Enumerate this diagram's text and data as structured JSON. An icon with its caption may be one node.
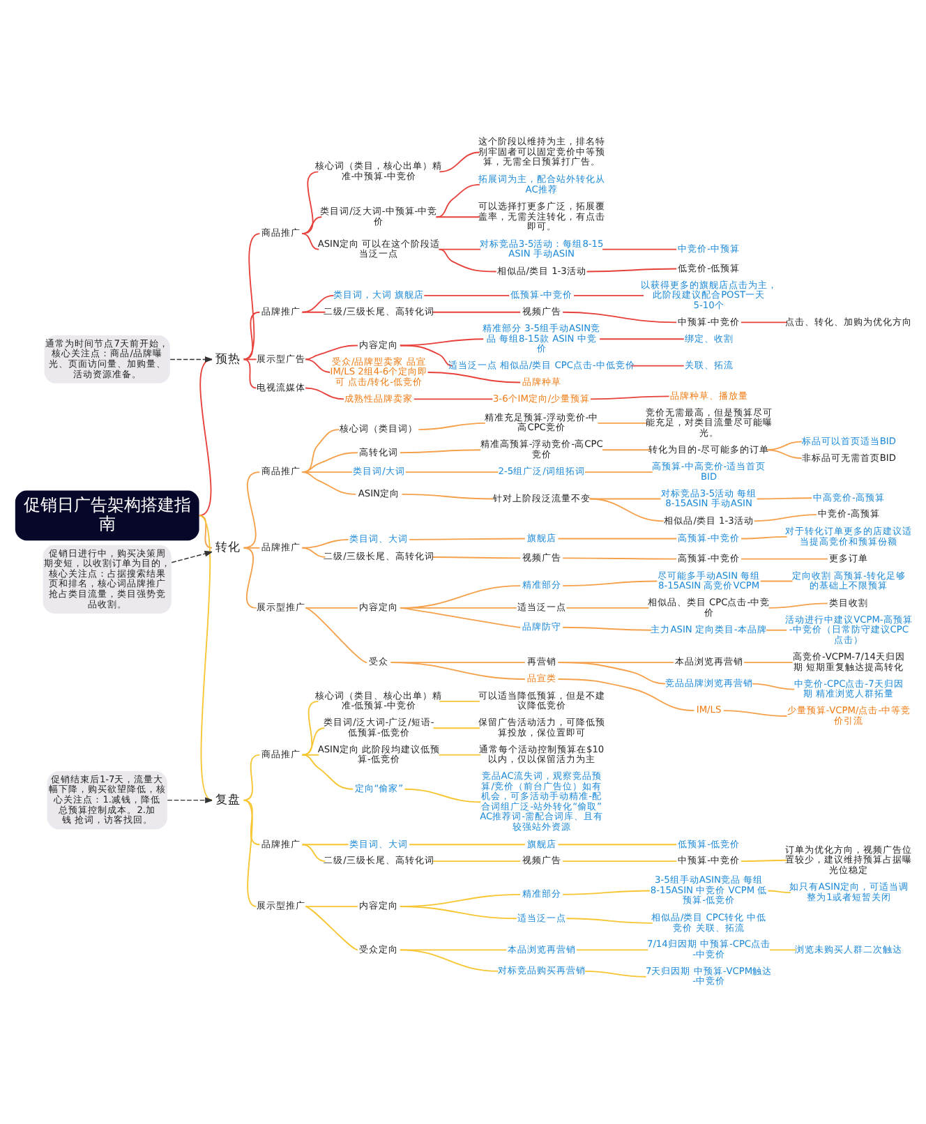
{
  "diagram": {
    "nodes": [
      {
        "text": [
          "促销日广告架构搭建指南"
        ]
      },
      {
        "text": [
          "通常为时间节点7天前开始，核心关注点：商品/品牌曝光、页面访问量、加购量、活动资源准备。"
        ]
      },
      {
        "text": [
          "预热"
        ]
      },
      {
        "text": [
          "商品推广"
        ]
      },
      {
        "text": [
          "核心词（类目，核心出单）精准-中预算-中竞价"
        ]
      },
      {
        "text": [
          "这个阶段以维持为主，排名特别牢固者可以固定竞价中等预算，无需全日预算打广告。"
        ]
      },
      {
        "text": [
          "类目词/泛大词-中预算-中竞价"
        ]
      },
      {
        "text": [
          "拓展词为主，配合站外转化从AC推荐"
        ]
      },
      {
        "text": [
          "可以选择打更多广泛，拓展覆盖率，无需关注转化，有点击即可。"
        ]
      },
      {
        "text": [
          "ASIN定向 可以在这个阶段适当泛一点"
        ]
      },
      {
        "text": [
          "对标竞品3-5活动：每组8-15 ASIN 手动ASIN"
        ]
      },
      {
        "text": [
          "中竞价-中预算"
        ]
      },
      {
        "text": [
          "相似品/类目 1-3活动"
        ]
      },
      {
        "text": [
          "低竞价-低预算"
        ]
      },
      {
        "text": [
          "品牌推广"
        ]
      },
      {
        "text": [
          "类目词，大词 旗舰店"
        ]
      },
      {
        "text": [
          "低预算-中竞价"
        ]
      },
      {
        "text": [
          "以获得更多的旗舰店点击为主，此阶段建议配合POST一天5-10个"
        ]
      },
      {
        "text": [
          "二级/三级长尾、高转化词"
        ]
      },
      {
        "text": [
          "视频广告"
        ]
      },
      {
        "text": [
          "中预算-中竞价"
        ]
      },
      {
        "text": [
          "点击、转化、加购为优化方向"
        ]
      },
      {
        "text": [
          "展示型广告"
        ]
      },
      {
        "text": [
          "内容定向"
        ]
      },
      {
        "text": [
          "精准部分 3-5组手动ASIN竞品 每组8-15款 ASIN 中竞价"
        ]
      },
      {
        "text": [
          "绑定、收割"
        ]
      },
      {
        "text": [
          "适当泛一点 相似品/类目 CPC点击-中低竞价"
        ]
      },
      {
        "text": [
          "关联、拓流"
        ]
      },
      {
        "text": [
          "受众/品牌型卖家 品宣 IM/LS 2组4-6个定向即可 点击/转化-低竞价"
        ]
      },
      {
        "text": [
          "品牌种草"
        ]
      },
      {
        "text": [
          "电视流媒体"
        ]
      },
      {
        "text": [
          "成熟性品牌卖家"
        ]
      },
      {
        "text": [
          "3-6个IM定向/少量预算"
        ]
      },
      {
        "text": [
          "品牌种草、播放量"
        ]
      },
      {
        "text": [
          "促销日进行中，购买决策周期变短，以收割订单为目的，核心关注点：占据搜索结果页和排名，核心词品牌推广抢占类目流量，类目强势竞品收割。"
        ]
      },
      {
        "text": [
          "转化"
        ]
      },
      {
        "text": [
          "商品推广"
        ]
      },
      {
        "text": [
          "核心词（类目词）"
        ]
      },
      {
        "text": [
          "精准充足预算-浮动竞价-中高CPC竞价"
        ]
      },
      {
        "text": [
          "竞价无需最高，但是预算尽可能充足，对类目流量尽可能曝光。"
        ]
      },
      {
        "text": [
          "高转化词"
        ]
      },
      {
        "text": [
          "精准高预算-浮动竞价-高CPC竞价"
        ]
      },
      {
        "text": [
          "转化为目的-尽可能多的订单"
        ]
      },
      {
        "text": [
          "标品可以首页适当BID"
        ]
      },
      {
        "text": [
          "非标品可无需首页BID"
        ]
      },
      {
        "text": [
          "类目词/大词"
        ]
      },
      {
        "text": [
          "2-5组广泛/词组拓词"
        ]
      },
      {
        "text": [
          "高预算-中高竞价-适当首页BID"
        ]
      },
      {
        "text": [
          "ASIN定向"
        ]
      },
      {
        "text": [
          "针对上阶段泛流量不变"
        ]
      },
      {
        "text": [
          "对标竞品3-5活动 每组8-15ASIN 手动ASIN"
        ]
      },
      {
        "text": [
          "中高竞价-高预算"
        ]
      },
      {
        "text": [
          "相似品/类目 1-3活动"
        ]
      },
      {
        "text": [
          "中竞价-高预算"
        ]
      },
      {
        "text": [
          "品牌推广"
        ]
      },
      {
        "text": [
          "类目词、大词"
        ]
      },
      {
        "text": [
          "旗舰店"
        ]
      },
      {
        "text": [
          "高预算-中竞价"
        ]
      },
      {
        "text": [
          "对于转化订单更多的店建议适当提高竞价和预算份额"
        ]
      },
      {
        "text": [
          "二级/三级长尾、高转化词"
        ]
      },
      {
        "text": [
          "视频广告"
        ]
      },
      {
        "text": [
          "高预算-中竞价"
        ]
      },
      {
        "text": [
          "更多订单"
        ]
      },
      {
        "text": [
          "展示型推广"
        ]
      },
      {
        "text": [
          "内容定向"
        ]
      },
      {
        "text": [
          "精准部分"
        ]
      },
      {
        "text": [
          "尽可能多手动ASIN 每组8-15ASIN 高竞价VCPM"
        ]
      },
      {
        "text": [
          "定向收割 高预算-转化足够的基础上不限预算"
        ]
      },
      {
        "text": [
          "适当泛一点"
        ]
      },
      {
        "text": [
          "相似品、类目 CPC点击-中竞价"
        ]
      },
      {
        "text": [
          "类目收割"
        ]
      },
      {
        "text": [
          "品牌防守"
        ]
      },
      {
        "text": [
          "主力ASIN 定向类目-本品牌"
        ]
      },
      {
        "text": [
          "活动进行中建议VCPM-高预算-中竞价（日常防守建议CPC点击）"
        ]
      },
      {
        "text": [
          "受众"
        ]
      },
      {
        "text": [
          "再营销"
        ]
      },
      {
        "text": [
          "本品浏览再营销"
        ]
      },
      {
        "text": [
          "高竞价-VCPM-7/14天归因期 短期重复触达提高转化"
        ]
      },
      {
        "text": [
          "竞品品牌浏览再营销"
        ]
      },
      {
        "text": [
          "中竞价-CPC点击-7天归因期 精准浏览人群拓量"
        ]
      },
      {
        "text": [
          "品宣类"
        ]
      },
      {
        "text": [
          "IM/LS"
        ]
      },
      {
        "text": [
          "少量预算-VCPM/点击-中等竞价引流"
        ]
      },
      {
        "text": [
          "促销结束后1-7天，流量大幅下降，购买欲望降低，核心关注点：1.减钱，降低总预算控制成本。2.加钱 抢词，访客找回。"
        ]
      },
      {
        "text": [
          "复盘"
        ]
      },
      {
        "text": [
          "商品推广"
        ]
      },
      {
        "text": [
          "核心词（类目、核心出单）精准-低预算-中竞价"
        ]
      },
      {
        "text": [
          "可以适当降低预算，但是不建议降低竞价"
        ]
      },
      {
        "text": [
          "类目词/泛大词-广泛/短语-低预算-低竞价"
        ]
      },
      {
        "text": [
          "保留广告活动活力，可降低预算投放，保位置即可"
        ]
      },
      {
        "text": [
          "ASIN定向 此阶段均建议低预算-低竞价"
        ]
      },
      {
        "text": [
          "通常每个活动控制预算在$10以内，仅以保留活力为主"
        ]
      },
      {
        "text": [
          "定向“偷家”"
        ]
      },
      {
        "text": [
          "竞品AC流失词，观察竞品预算/竞价（前台广告位）如有机会，可多活动手动精准-配合词组广泛-站外转化“偷取”AC推荐词-需配合词库、且有较强站外资源"
        ]
      },
      {
        "text": [
          "品牌推广"
        ]
      },
      {
        "text": [
          "类目词、大词"
        ]
      },
      {
        "text": [
          "旗舰店"
        ]
      },
      {
        "text": [
          "低预算-低竞价"
        ]
      },
      {
        "text": [
          "二级/三级长尾、高转化词"
        ]
      },
      {
        "text": [
          "视频广告"
        ]
      },
      {
        "text": [
          "中预算-中竞价"
        ]
      },
      {
        "text": [
          "订单为优化方向，视频广告位置较少，建议维持预算占据曝光位稳定"
        ]
      },
      {
        "text": [
          "展示型推广"
        ]
      },
      {
        "text": [
          "内容定向"
        ]
      },
      {
        "text": [
          "精准部分"
        ]
      },
      {
        "text": [
          "3-5组手动ASIN竞品 每组8-15ASIN 中竞价 VCPM 低预算-低竞价"
        ]
      },
      {
        "text": [
          "如只有ASIN定向，可适当调整为1或者短暂关闭"
        ]
      },
      {
        "text": [
          "适当泛一点"
        ]
      },
      {
        "text": [
          "相似品/类目 CPC转化 中低竞价 关联、拓流"
        ]
      },
      {
        "text": [
          "受众定向"
        ]
      },
      {
        "text": [
          "本品浏览再营销"
        ]
      },
      {
        "text": [
          "7/14归因期 中预算-CPC点击-中竞价"
        ]
      },
      {
        "text": [
          "浏览未购买人群二次触达"
        ]
      },
      {
        "text": [
          "对标竞品购买再营销"
        ]
      },
      {
        "text": [
          "7天归因期 中预算-VCPM触达-中竞价"
        ]
      }
    ],
    "edges": [
      {
        "from": 1,
        "to": 2,
        "arrow": "to",
        "style": "dashed",
        "color": "#333333"
      },
      {
        "from": 0,
        "to": 2,
        "arrow": "none",
        "color": "#e8403a"
      },
      {
        "from": 2,
        "to": 3,
        "arrow": "none",
        "color": "#e8403a"
      },
      {
        "from": 3,
        "to": 4,
        "arrow": "none",
        "color": "#e8403a"
      },
      {
        "from": 4,
        "to": 5,
        "arrow": "none",
        "color": "#e8403a"
      },
      {
        "from": 3,
        "to": 6,
        "arrow": "none",
        "color": "#e8403a"
      },
      {
        "from": 6,
        "to": 7,
        "arrow": "none",
        "color": "#e8403a"
      },
      {
        "from": 6,
        "to": 8,
        "arrow": "none",
        "color": "#e8403a"
      },
      {
        "from": 3,
        "to": 9,
        "arrow": "none",
        "color": "#e8403a"
      },
      {
        "from": 9,
        "to": 10,
        "arrow": "none",
        "color": "#e8403a"
      },
      {
        "from": 10,
        "to": 11,
        "arrow": "none",
        "color": "#e8403a"
      },
      {
        "from": 9,
        "to": 12,
        "arrow": "none",
        "color": "#e8403a"
      },
      {
        "from": 12,
        "to": 13,
        "arrow": "none",
        "color": "#e8403a"
      },
      {
        "from": 2,
        "to": 14,
        "arrow": "none",
        "color": "#e8403a"
      },
      {
        "from": 14,
        "to": 15,
        "arrow": "none",
        "color": "#e8403a"
      },
      {
        "from": 15,
        "to": 16,
        "arrow": "none",
        "color": "#e8403a"
      },
      {
        "from": 16,
        "to": 17,
        "arrow": "none",
        "color": "#e8403a"
      },
      {
        "from": 14,
        "to": 18,
        "arrow": "none",
        "color": "#e8403a"
      },
      {
        "from": 18,
        "to": 19,
        "arrow": "none",
        "color": "#e8403a"
      },
      {
        "from": 19,
        "to": 20,
        "arrow": "none",
        "color": "#e8403a"
      },
      {
        "from": 20,
        "to": 21,
        "arrow": "none",
        "color": "#e8403a"
      },
      {
        "from": 2,
        "to": 22,
        "arrow": "none",
        "color": "#e8403a"
      },
      {
        "from": 22,
        "to": 23,
        "arrow": "none",
        "color": "#e8403a"
      },
      {
        "from": 23,
        "to": 24,
        "arrow": "none",
        "color": "#e8403a"
      },
      {
        "from": 24,
        "to": 25,
        "arrow": "none",
        "color": "#e8403a"
      },
      {
        "from": 23,
        "to": 26,
        "arrow": "none",
        "color": "#e8403a"
      },
      {
        "from": 26,
        "to": 27,
        "arrow": "none",
        "color": "#e8403a"
      },
      {
        "from": 22,
        "to": 28,
        "arrow": "none",
        "color": "#e8403a"
      },
      {
        "from": 28,
        "to": 29,
        "arrow": "none",
        "color": "#e8403a"
      },
      {
        "from": 2,
        "to": 30,
        "arrow": "none",
        "color": "#e8403a"
      },
      {
        "from": 30,
        "to": 31,
        "arrow": "none",
        "color": "#e8403a"
      },
      {
        "from": 31,
        "to": 32,
        "arrow": "none",
        "color": "#e8403a"
      },
      {
        "from": 32,
        "to": 33,
        "arrow": "none",
        "color": "#e8403a"
      },
      {
        "from": 34,
        "to": 35,
        "arrow": "to",
        "style": "dashed",
        "color": "#333333"
      },
      {
        "from": 0,
        "to": 35,
        "arrow": "none"
      },
      {
        "from": 35,
        "to": 36,
        "arrow": "none"
      },
      {
        "from": 36,
        "to": 37,
        "arrow": "none"
      },
      {
        "from": 37,
        "to": 38,
        "arrow": "none"
      },
      {
        "from": 38,
        "to": 39,
        "arrow": "none"
      },
      {
        "from": 36,
        "to": 40,
        "arrow": "none"
      },
      {
        "from": 40,
        "to": 41,
        "arrow": "none"
      },
      {
        "from": 41,
        "to": 42,
        "arrow": "none"
      },
      {
        "from": 42,
        "to": 43,
        "arrow": "none"
      },
      {
        "from": 42,
        "to": 44,
        "arrow": "none"
      },
      {
        "from": 36,
        "to": 45,
        "arrow": "none"
      },
      {
        "from": 45,
        "to": 46,
        "arrow": "none"
      },
      {
        "from": 46,
        "to": 47,
        "arrow": "none"
      },
      {
        "from": 36,
        "to": 48,
        "arrow": "none"
      },
      {
        "from": 48,
        "to": 49,
        "arrow": "none"
      },
      {
        "from": 49,
        "to": 50,
        "arrow": "none"
      },
      {
        "from": 50,
        "to": 51,
        "arrow": "none"
      },
      {
        "from": 49,
        "to": 52,
        "arrow": "none"
      },
      {
        "from": 52,
        "to": 53,
        "arrow": "none"
      },
      {
        "from": 35,
        "to": 54,
        "arrow": "none"
      },
      {
        "from": 54,
        "to": 55,
        "arrow": "none"
      },
      {
        "from": 55,
        "to": 56,
        "arrow": "none"
      },
      {
        "from": 56,
        "to": 57,
        "arrow": "none"
      },
      {
        "from": 57,
        "to": 58,
        "arrow": "none"
      },
      {
        "from": 54,
        "to": 59,
        "arrow": "none"
      },
      {
        "from": 59,
        "to": 60,
        "arrow": "none"
      },
      {
        "from": 60,
        "to": 61,
        "arrow": "none"
      },
      {
        "from": 61,
        "to": 62,
        "arrow": "none"
      },
      {
        "from": 35,
        "to": 63,
        "arrow": "none"
      },
      {
        "from": 63,
        "to": 64,
        "arrow": "none"
      },
      {
        "from": 64,
        "to": 65,
        "arrow": "none"
      },
      {
        "from": 65,
        "to": 66,
        "arrow": "none"
      },
      {
        "from": 66,
        "to": 67,
        "arrow": "none"
      },
      {
        "from": 64,
        "to": 68,
        "arrow": "none"
      },
      {
        "from": 68,
        "to": 69,
        "arrow": "none"
      },
      {
        "from": 69,
        "to": 70,
        "arrow": "none"
      },
      {
        "from": 64,
        "to": 71,
        "arrow": "none"
      },
      {
        "from": 71,
        "to": 72,
        "arrow": "none"
      },
      {
        "from": 72,
        "to": 73,
        "arrow": "none"
      },
      {
        "from": 63,
        "to": 74,
        "arrow": "none"
      },
      {
        "from": 74,
        "to": 75,
        "arrow": "none"
      },
      {
        "from": 75,
        "to": 76,
        "arrow": "none"
      },
      {
        "from": 76,
        "to": 77,
        "arrow": "none"
      },
      {
        "from": 75,
        "to": 78,
        "arrow": "none"
      },
      {
        "from": 78,
        "to": 79,
        "arrow": "none"
      },
      {
        "from": 74,
        "to": 80,
        "arrow": "none"
      },
      {
        "from": 80,
        "to": 81,
        "arrow": "none"
      },
      {
        "from": 81,
        "to": 82,
        "arrow": "none"
      },
      {
        "from": 83,
        "to": 84,
        "arrow": "to",
        "style": "dashed",
        "color": "#333333"
      },
      {
        "from": 0,
        "to": 84,
        "arrow": "none",
        "color": "#f7c531"
      },
      {
        "from": 84,
        "to": 85,
        "arrow": "none",
        "color": "#f7c531"
      },
      {
        "from": 85,
        "to": 86,
        "arrow": "none",
        "color": "#f7c531"
      },
      {
        "from": 86,
        "to": 87,
        "arrow": "none",
        "color": "#f7c531"
      },
      {
        "from": 85,
        "to": 88,
        "arrow": "none",
        "color": "#f7c531"
      },
      {
        "from": 88,
        "to": 89,
        "arrow": "none",
        "color": "#f7c531"
      },
      {
        "from": 85,
        "to": 90,
        "arrow": "none",
        "color": "#f7c531"
      },
      {
        "from": 90,
        "to": 91,
        "arrow": "none",
        "color": "#f7c531"
      },
      {
        "from": 85,
        "to": 92,
        "arrow": "none",
        "color": "#f7c531"
      },
      {
        "from": 92,
        "to": 93,
        "arrow": "none",
        "color": "#f7c531"
      },
      {
        "from": 84,
        "to": 94,
        "arrow": "none",
        "color": "#f7c531"
      },
      {
        "from": 94,
        "to": 95,
        "arrow": "none",
        "color": "#f7c531"
      },
      {
        "from": 95,
        "to": 96,
        "arrow": "none",
        "color": "#f7c531"
      },
      {
        "from": 96,
        "to": 97,
        "arrow": "none",
        "color": "#f7c531"
      },
      {
        "from": 94,
        "to": 98,
        "arrow": "none",
        "color": "#f7c531"
      },
      {
        "from": 98,
        "to": 99,
        "arrow": "none",
        "color": "#f7c531"
      },
      {
        "from": 99,
        "to": 100,
        "arrow": "none",
        "color": "#f7c531"
      },
      {
        "from": 100,
        "to": 101,
        "arrow": "none",
        "color": "#f7c531"
      },
      {
        "from": 84,
        "to": 102,
        "arrow": "none",
        "color": "#f7c531"
      },
      {
        "from": 102,
        "to": 103,
        "arrow": "none",
        "color": "#f7c531"
      },
      {
        "from": 103,
        "to": 104,
        "arrow": "none",
        "color": "#f7c531"
      },
      {
        "from": 104,
        "to": 105,
        "arrow": "none",
        "color": "#f7c531"
      },
      {
        "from": 105,
        "to": 106,
        "arrow": "none",
        "color": "#f7c531"
      },
      {
        "from": 103,
        "to": 107,
        "arrow": "none",
        "color": "#f7c531"
      },
      {
        "from": 107,
        "to": 108,
        "arrow": "none",
        "color": "#f7c531"
      },
      {
        "from": 102,
        "to": 109,
        "arrow": "none",
        "color": "#f7c531"
      },
      {
        "from": 109,
        "to": 110,
        "arrow": "none",
        "color": "#f7c531"
      },
      {
        "from": 110,
        "to": 111,
        "arrow": "none",
        "color": "#f7c531"
      },
      {
        "from": 111,
        "to": 112,
        "arrow": "none",
        "color": "#f7c531"
      },
      {
        "from": 109,
        "to": 113,
        "arrow": "none",
        "color": "#f7c531"
      },
      {
        "from": 113,
        "to": 114,
        "arrow": "none",
        "color": "#f7c531"
      }
    ]
  }
}
